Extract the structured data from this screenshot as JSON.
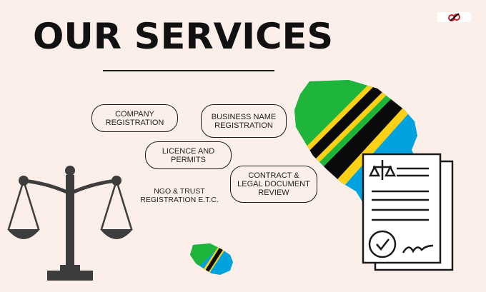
{
  "page": {
    "title": "OUR SERVICES",
    "background": "#fcefea"
  },
  "services": [
    {
      "label": "COMPANY\nREGISTRATION"
    },
    {
      "label": "BUSINESS NAME\nREGISTRATION"
    },
    {
      "label": "LICENCE AND PERMITS"
    },
    {
      "label": "CONTRACT &\nLEGAL DOCUMENT\nREVIEW"
    },
    {
      "label": "NGO & TRUST\nREGISTRATION E.T.C."
    }
  ],
  "colors": {
    "flag_green": "#1eb53a",
    "flag_yellow": "#fcd116",
    "flag_black": "#0a0a0a",
    "flag_blue": "#00a3dd",
    "scale": "#3d3d3d"
  },
  "icons": [
    "scales-of-justice-icon",
    "tanzania-map-icon",
    "legal-document-icon",
    "brand-logo-icon"
  ]
}
